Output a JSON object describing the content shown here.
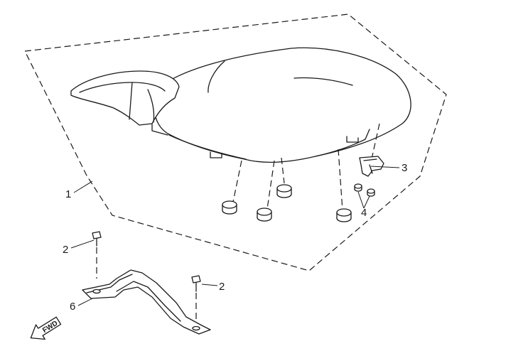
{
  "diagram": {
    "callouts": [
      {
        "id": "c1",
        "label": "1"
      },
      {
        "id": "c2a",
        "label": "2"
      },
      {
        "id": "c2b",
        "label": "2"
      },
      {
        "id": "c3",
        "label": "3"
      },
      {
        "id": "c4",
        "label": "4"
      },
      {
        "id": "c6",
        "label": "6"
      }
    ],
    "direction_marker": {
      "text": "FWD",
      "icon": "forward-arrow-icon"
    }
  }
}
